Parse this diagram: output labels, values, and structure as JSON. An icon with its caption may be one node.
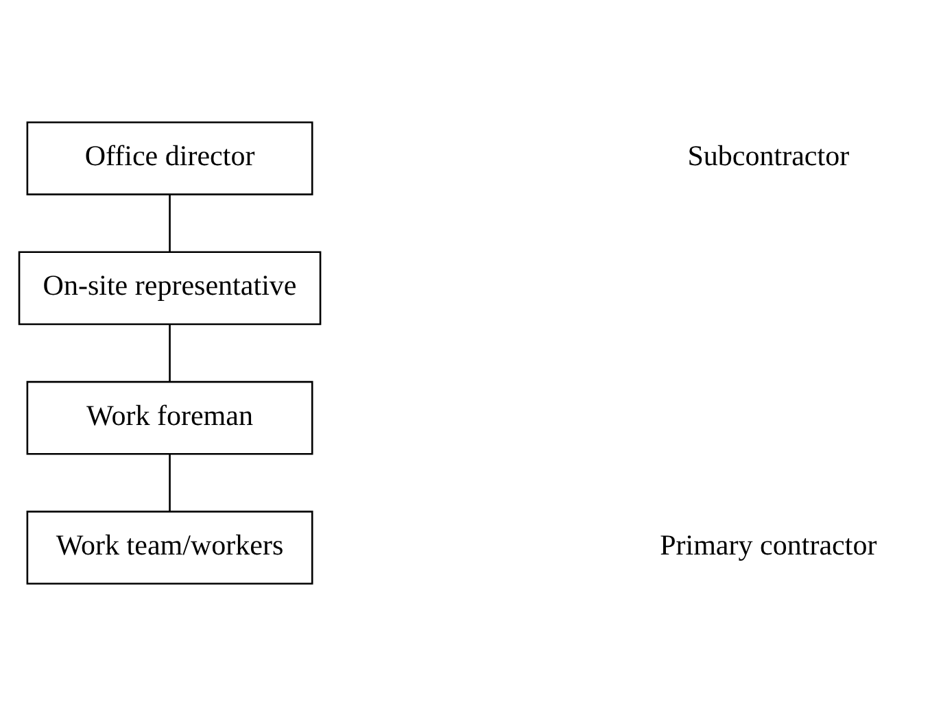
{
  "diagram": {
    "nodes": [
      {
        "text": [
          "Office director"
        ]
      },
      {
        "text": [
          "On-site representative"
        ]
      },
      {
        "text": [
          "Work foreman"
        ]
      },
      {
        "text": [
          "Work team/workers"
        ]
      }
    ],
    "edges": [
      {
        "from": 0,
        "to": 1,
        "arrow": "none"
      },
      {
        "from": 1,
        "to": 2,
        "arrow": "none"
      },
      {
        "from": 2,
        "to": 3,
        "arrow": "none"
      }
    ],
    "labels": [
      "Subcontractor",
      "Primary contractor"
    ]
  }
}
